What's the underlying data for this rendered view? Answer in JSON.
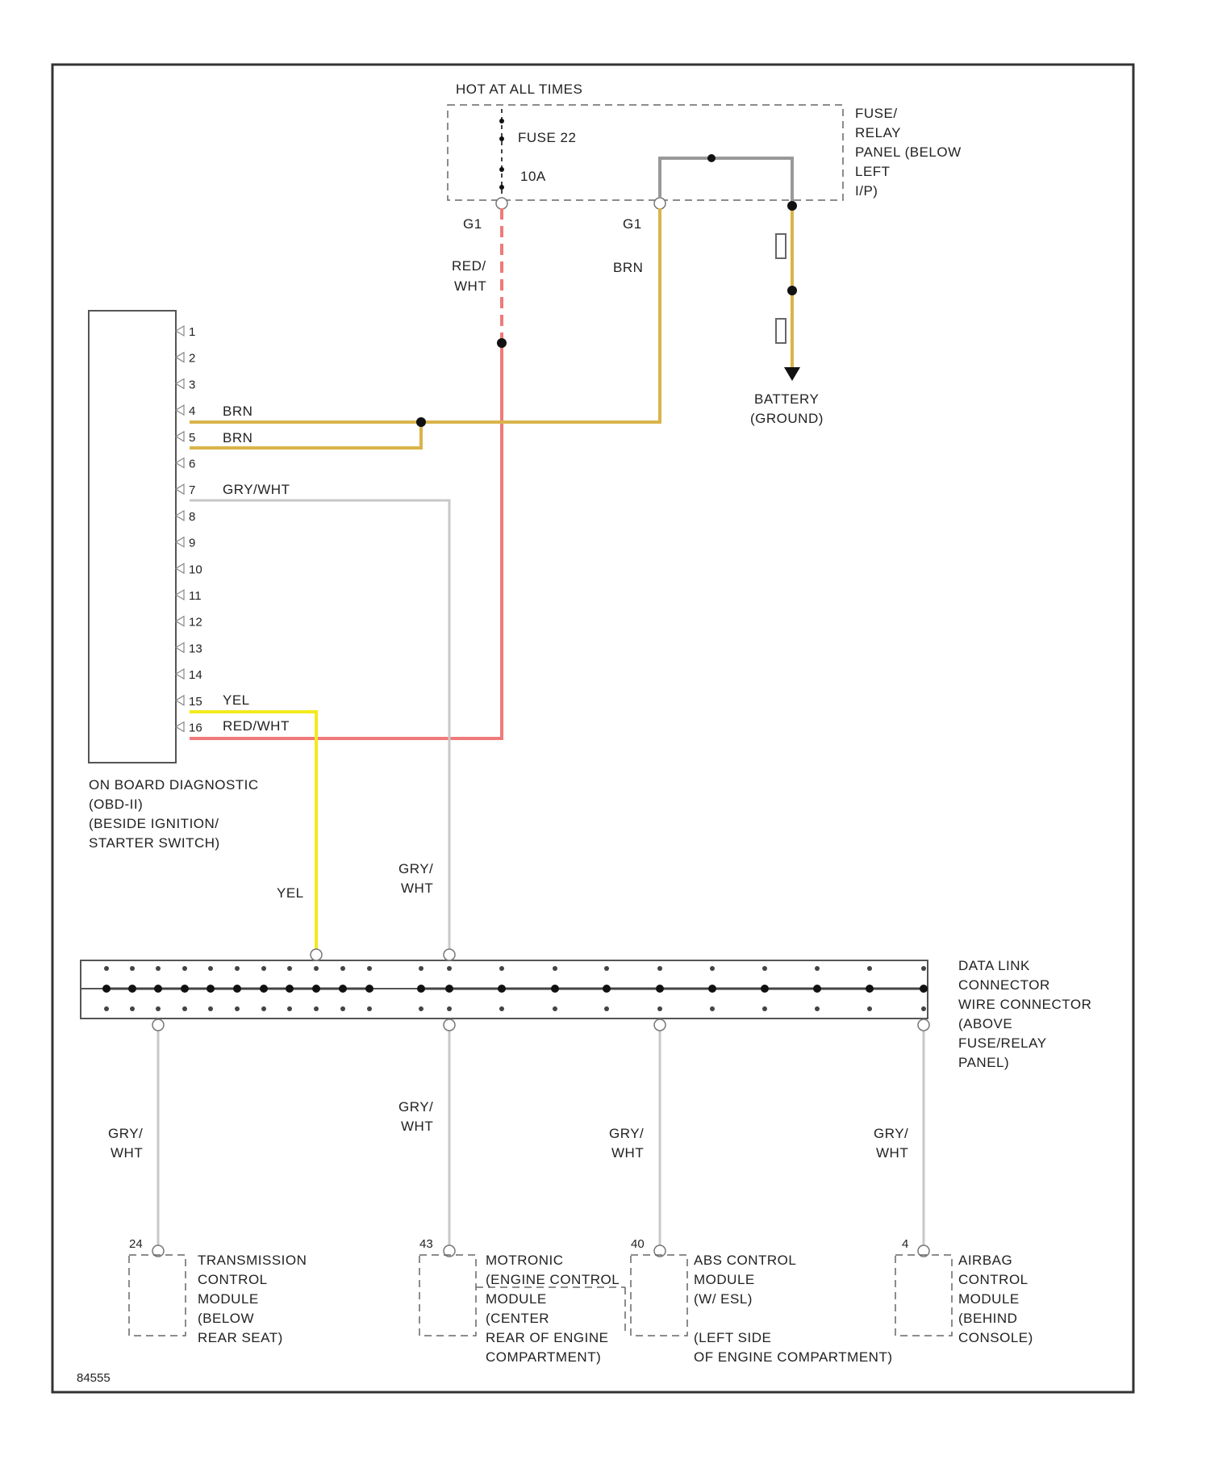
{
  "colors": {
    "frame": "#333333",
    "dashed": "#555555",
    "wire_brn": "#d9b44a",
    "wire_red_wht": "#f07a7a",
    "wire_yel": "#f2ea1c",
    "wire_gry_wht": "#c8c8c8",
    "wire_dark": "#444444",
    "dot": "#111111"
  },
  "fuse_panel": {
    "top_label": "HOT AT ALL TIMES",
    "fuse_name": "FUSE 22",
    "fuse_rating": "10A",
    "panel_label": [
      "FUSE/",
      "RELAY",
      "PANEL (BELOW",
      "LEFT",
      "I/P)"
    ],
    "terminal_left": "G1",
    "terminal_right": "G1"
  },
  "wires": {
    "red_wht": [
      "RED/",
      "WHT"
    ],
    "brn": "BRN",
    "gry_wht": [
      "GRY/",
      "WHT"
    ],
    "yel": "YEL"
  },
  "battery": [
    "BATTERY",
    "(GROUND)"
  ],
  "obd": {
    "label": [
      "ON BOARD DIAGNOSTIC",
      "(OBD-II)",
      "(BESIDE IGNITION/",
      "STARTER SWITCH)"
    ],
    "pins": [
      "1",
      "2",
      "3",
      "4",
      "5",
      "6",
      "7",
      "8",
      "9",
      "10",
      "11",
      "12",
      "13",
      "14",
      "15",
      "16"
    ],
    "pin4_wire": "BRN",
    "pin5_wire": "BRN",
    "pin7_wire": "GRY/WHT",
    "pin15_wire": "YEL",
    "pin16_wire": "RED/WHT"
  },
  "dlc": {
    "label": [
      "DATA LINK",
      "CONNECTOR",
      "WIRE CONNECTOR",
      "(ABOVE",
      "FUSE/RELAY",
      "PANEL)"
    ]
  },
  "modules": [
    {
      "pin": "24",
      "label": [
        "TRANSMISSION",
        "CONTROL",
        "MODULE",
        "(BELOW",
        "REAR SEAT)"
      ]
    },
    {
      "pin": "43",
      "label": [
        "MOTRONIC",
        "(ENGINE CONTROL",
        "MODULE",
        "(CENTER",
        "REAR OF ENGINE",
        "COMPARTMENT)"
      ]
    },
    {
      "pin": "40",
      "label": [
        "ABS CONTROL",
        "MODULE",
        "(W/ ESL)",
        "(LEFT SIDE",
        "OF ENGINE COMPARTMENT)"
      ]
    },
    {
      "pin": "4",
      "label": [
        "AIRBAG",
        "CONTROL",
        "MODULE",
        "(BEHIND",
        "CONSOLE)"
      ]
    }
  ],
  "footer_code": "84555"
}
